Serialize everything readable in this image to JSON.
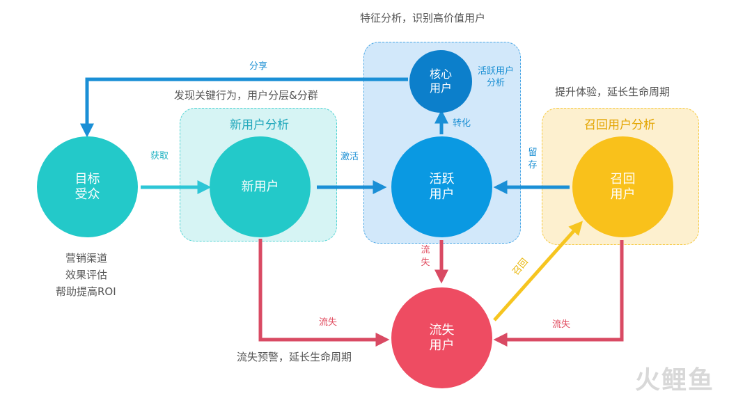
{
  "title_top": "特征分析，识别高价值用户",
  "title_left": "发现关键行为，用户分层&分群",
  "title_right": "提升体验，延长生命周期",
  "bottom_text": "流失预警，延长生命周期",
  "boxes": {
    "new_user": "新用户分析",
    "recall": "召回用户分析",
    "active_tag_line1": "活跃用户",
    "active_tag_line2": "分析"
  },
  "nodes": {
    "target": {
      "line1": "目标",
      "line2": "受众"
    },
    "new_user": {
      "line1": "新用户"
    },
    "active": {
      "line1": "活跃",
      "line2": "用户"
    },
    "core": {
      "line1": "核心",
      "line2": "用户"
    },
    "recall": {
      "line1": "召回",
      "line2": "用户"
    },
    "churn": {
      "line1": "流失",
      "line2": "用户"
    }
  },
  "labels": {
    "share": "分享",
    "acquire": "获取",
    "activate": "激活",
    "convert": "转化",
    "retain_1": "留",
    "retain_2": "存",
    "churn_mid_1": "流",
    "churn_mid_2": "失",
    "churn_left": "流失",
    "churn_right": "流失",
    "recall_arrow": "召回"
  },
  "target_notes": [
    "营销渠道",
    "效果评估",
    "帮助提高ROI"
  ],
  "watermark": "火鲤鱼",
  "colors": {
    "teal": "#23c9c9",
    "blue": "#0a99e2",
    "dark_blue": "#0c7fcb",
    "yellow": "#f9c11b",
    "red": "#ee4c62",
    "label_blue": "#1b8fd3",
    "label_red": "#e0495d"
  }
}
